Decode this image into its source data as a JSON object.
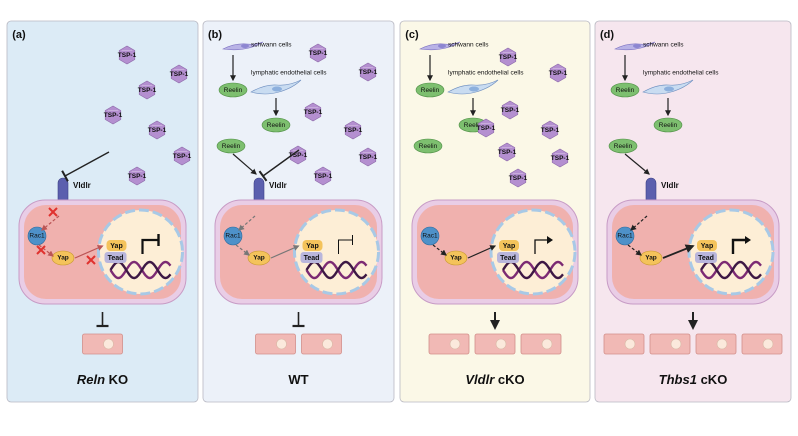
{
  "colors": {
    "panel_a": "#dcebf6",
    "panel_b": "#ecf1f9",
    "panel_c": "#fbf8e7",
    "panel_d": "#f6e6ee",
    "panel_border": "#b9b9c3",
    "tsp1": "#b48fd0",
    "reelin": "#7dbf6f",
    "vldlr": "#5b5fae",
    "rac1": "#4e91c9",
    "yap": "#f4c35b",
    "tead": "#b9b6dc",
    "cell_fill": "#f0b1ae",
    "cell_outer": "#e9cde6",
    "nucleus": "#fdeed6",
    "nucleus_edge": "#a8c9e6",
    "dna1": "#7c2a73",
    "dna2": "#3d1844",
    "inhibit_x": "#e0322f",
    "offspring": "#f1b9b5"
  },
  "panels": [
    {
      "letter": "(a)",
      "caption_italic": "Reln",
      "caption_rest": " KO",
      "show_schwann": false,
      "reelin_free_count": 0,
      "tsp_count": 7,
      "receptor_label": "Vldlr",
      "rac1_label": "Rac1",
      "yap_label": "Yap",
      "tead_label": "Tead",
      "blocked": true,
      "expression_level": "repressed",
      "output_cells": 1,
      "output_arrow": "inhibit"
    },
    {
      "letter": "(b)",
      "caption_italic": "",
      "caption_rest": "WT",
      "show_schwann": true,
      "schwann_label": "schwann cells",
      "lymph_label": "lymphatic endothelial cells",
      "reelin_label": "Reelin",
      "tsp_count": 7,
      "receptor_label": "Vldlr",
      "rac1_label": "Rac1",
      "yap_label": "Yap",
      "tead_label": "Tead",
      "blocked": false,
      "expression_level": "basal",
      "output_cells": 2,
      "output_arrow": "inhibit"
    },
    {
      "letter": "(c)",
      "caption_italic": "Vldlr",
      "caption_rest": " cKO",
      "show_schwann": true,
      "schwann_label": "schwann cells",
      "lymph_label": "lymphatic endothelial cells",
      "reelin_label": "Reelin",
      "tsp_count": 8,
      "receptor_label": "",
      "rac1_label": "Rac1",
      "yap_label": "Yap",
      "tead_label": "Tead",
      "blocked": false,
      "expression_level": "active",
      "output_cells": 3,
      "output_arrow": "promote"
    },
    {
      "letter": "(d)",
      "caption_italic": "Thbs1",
      "caption_rest": " cKO",
      "show_schwann": true,
      "schwann_label": "schwann cells",
      "lymph_label": "lymphatic endothelial cells",
      "reelin_label": "Reelin",
      "tsp_count": 0,
      "receptor_label": "Vldlr",
      "rac1_label": "Rac1",
      "yap_label": "Yap",
      "tead_label": "Tead",
      "blocked": false,
      "expression_level": "strong",
      "output_cells": 4,
      "output_arrow": "promote"
    }
  ],
  "tsp_label": "TSP-1"
}
